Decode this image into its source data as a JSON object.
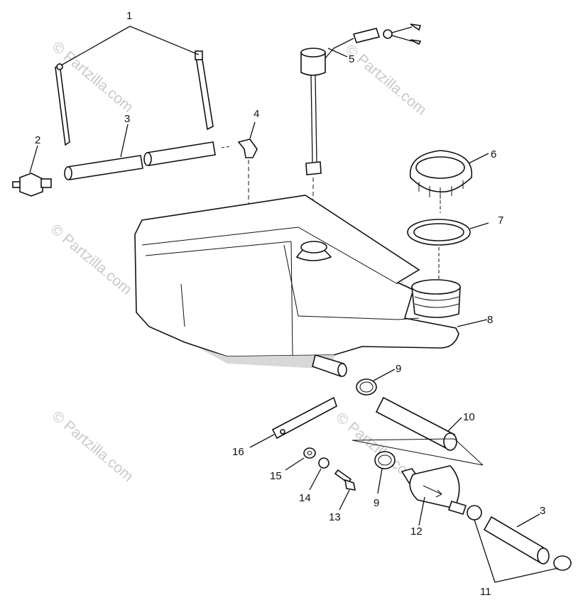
{
  "callouts": {
    "c1": "1",
    "c2": "2",
    "c3a": "3",
    "c4": "4",
    "c5": "5",
    "c6": "6",
    "c7": "7",
    "c8": "8",
    "c9a": "9",
    "c10": "10",
    "c16": "16",
    "c15": "15",
    "c14": "14",
    "c13": "13",
    "c9b": "9",
    "c12": "12",
    "c3b": "3",
    "c11": "11"
  },
  "watermark": "© Partzilla.com"
}
